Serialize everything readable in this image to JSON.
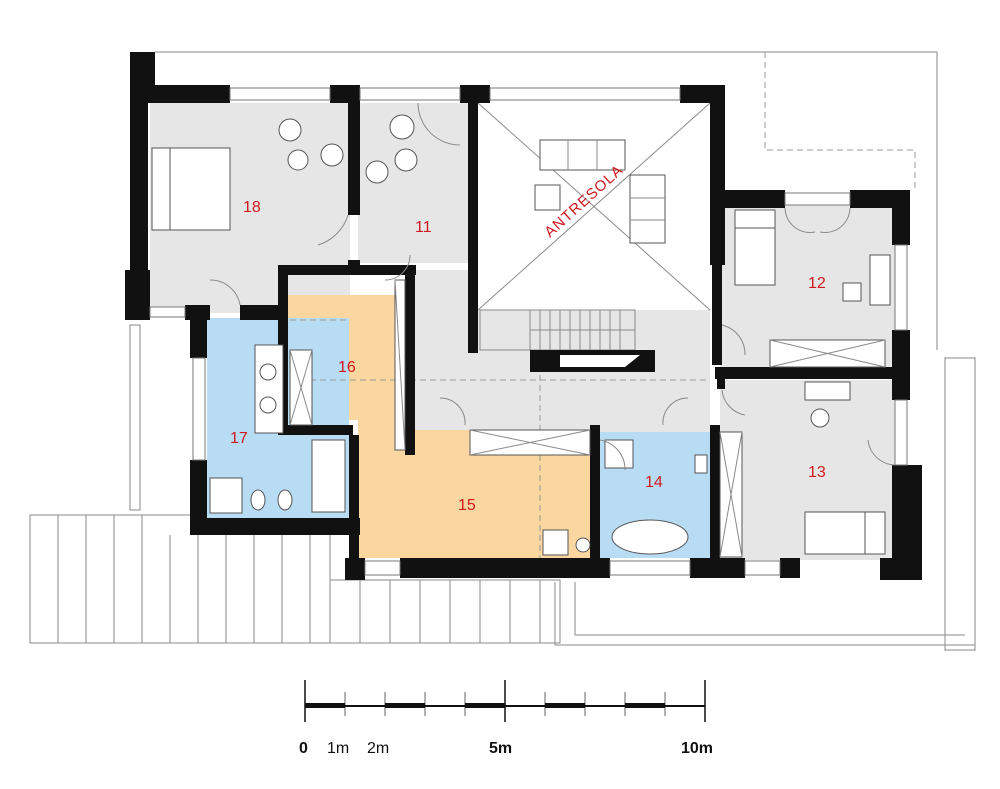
{
  "rooms": [
    {
      "id": "18",
      "label": "18",
      "color": "#e6e6e6"
    },
    {
      "id": "11",
      "label": "11",
      "color": "#e6e6e6"
    },
    {
      "id": "12",
      "label": "12",
      "color": "#e6e6e6"
    },
    {
      "id": "13",
      "label": "13",
      "color": "#e6e6e6"
    },
    {
      "id": "14",
      "label": "14",
      "color": "#b7dcf4"
    },
    {
      "id": "15",
      "label": "15",
      "color": "#fad7a0"
    },
    {
      "id": "16",
      "label": "16",
      "color": "#fad7a0"
    },
    {
      "id": "17",
      "label": "17",
      "color": "#b7dcf4"
    }
  ],
  "antresola": "ANTRESOLA",
  "scale": {
    "labels": [
      "0",
      "1m",
      "2m",
      "5m",
      "10m"
    ]
  },
  "colors": {
    "wall": "#111111",
    "room_grey": "#e6e6e6",
    "wet_blue": "#b7dcf4",
    "hall_orange": "#fad7a0",
    "label_red": "#d0181f"
  }
}
